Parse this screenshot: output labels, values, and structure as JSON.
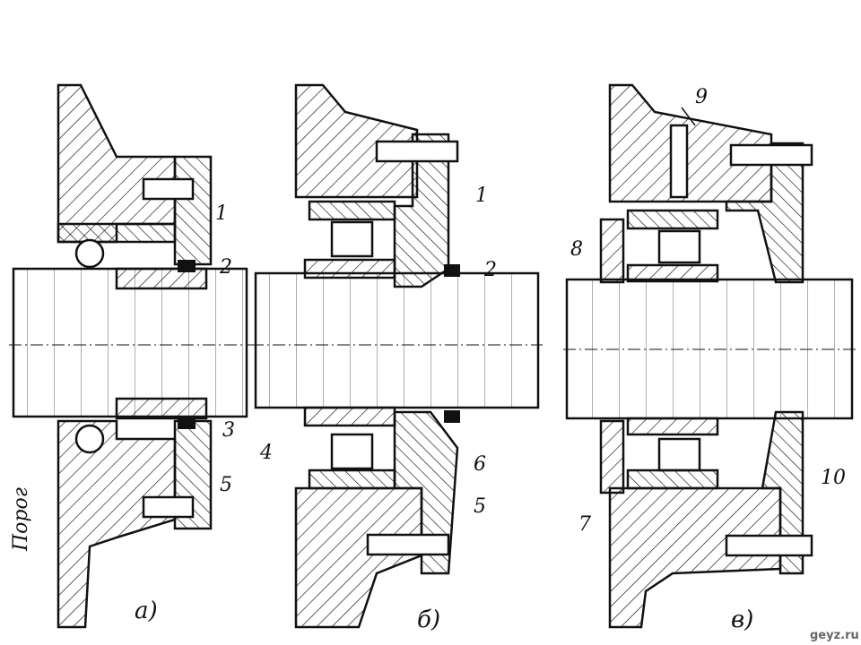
{
  "figure": {
    "assembly_a": {
      "caption": "а)",
      "labels": [
        "1",
        "2",
        "3",
        "5"
      ],
      "side_label": "Порог"
    },
    "assembly_b": {
      "caption": "б)",
      "labels": [
        "1",
        "2",
        "4",
        "6",
        "5"
      ]
    },
    "assembly_c": {
      "caption": "в)",
      "labels": [
        "9",
        "8",
        "7",
        "10"
      ]
    },
    "watermark": "geyz.ru"
  }
}
